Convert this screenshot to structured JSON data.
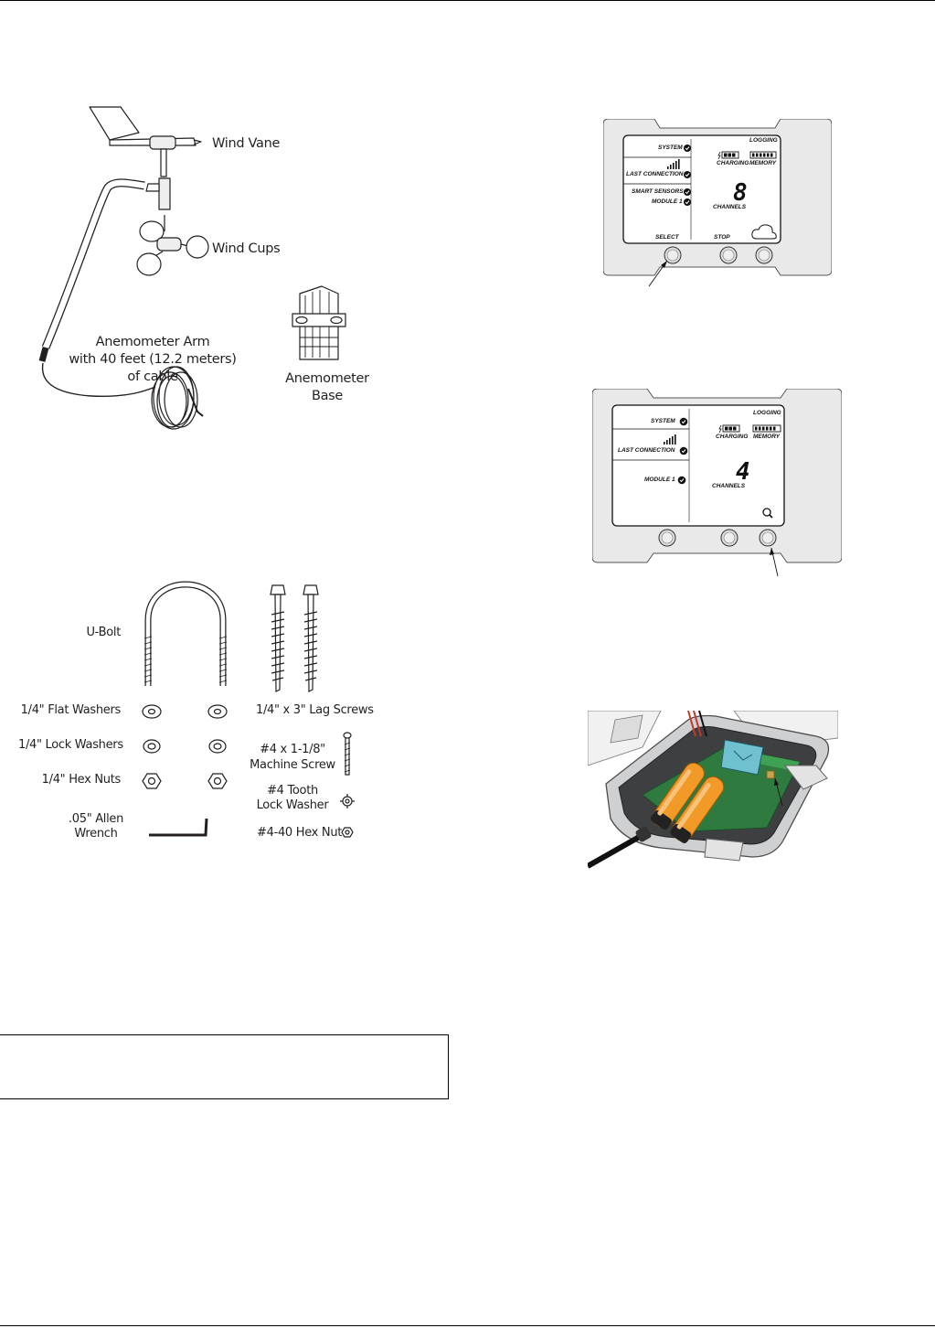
{
  "anemometer_figure": {
    "labels": {
      "wind_vane": "Wind Vane",
      "wind_cups": "Wind Cups",
      "arm_line1": "Anemometer Arm",
      "arm_line2": "with 40 feet (12.2 meters)",
      "arm_line3": "of cable",
      "base_line1": "Anemometer",
      "base_line2": "Base"
    }
  },
  "hardware_figure": {
    "u_bolt": "U-Bolt",
    "flat_washers": "1/4\" Flat Washers",
    "lock_washers": "1/4\" Lock Washers",
    "hex_nuts": "1/4\" Hex Nuts",
    "allen_line1": ".05\" Allen",
    "allen_line2": "Wrench",
    "lag_screws": "1/4\" x 3\" Lag Screws",
    "machine_line1": "#4 x 1-1/8\"",
    "machine_line2": "Machine Screw",
    "tooth_line1": "#4 Tooth",
    "tooth_line2": "Lock Washer",
    "hex_nut_440": "#4-40 Hex Nut"
  },
  "lcd_panel_1": {
    "logging": "LOGGING",
    "system": "SYSTEM",
    "last_connection": "LAST CONNECTION",
    "smart_sensors": "SMART SENSORS",
    "module": "MODULE 1",
    "charging": "CHARGING",
    "memory": "MEMORY",
    "channel_count": "8",
    "channels": "CHANNELS",
    "btn_select": "SELECT",
    "btn_stop": "STOP"
  },
  "lcd_panel_2": {
    "logging": "LOGGING",
    "system": "SYSTEM",
    "last_connection": "LAST CONNECTION",
    "module": "MODULE 1",
    "charging": "CHARGING",
    "memory": "MEMORY",
    "channel_count": "4",
    "channels": "CHANNELS"
  },
  "icons": [
    "check-icon",
    "signal-bars-icon",
    "battery-icon",
    "memory-icon",
    "cloud-icon",
    "magnifier-icon",
    "pointer-arrow"
  ]
}
